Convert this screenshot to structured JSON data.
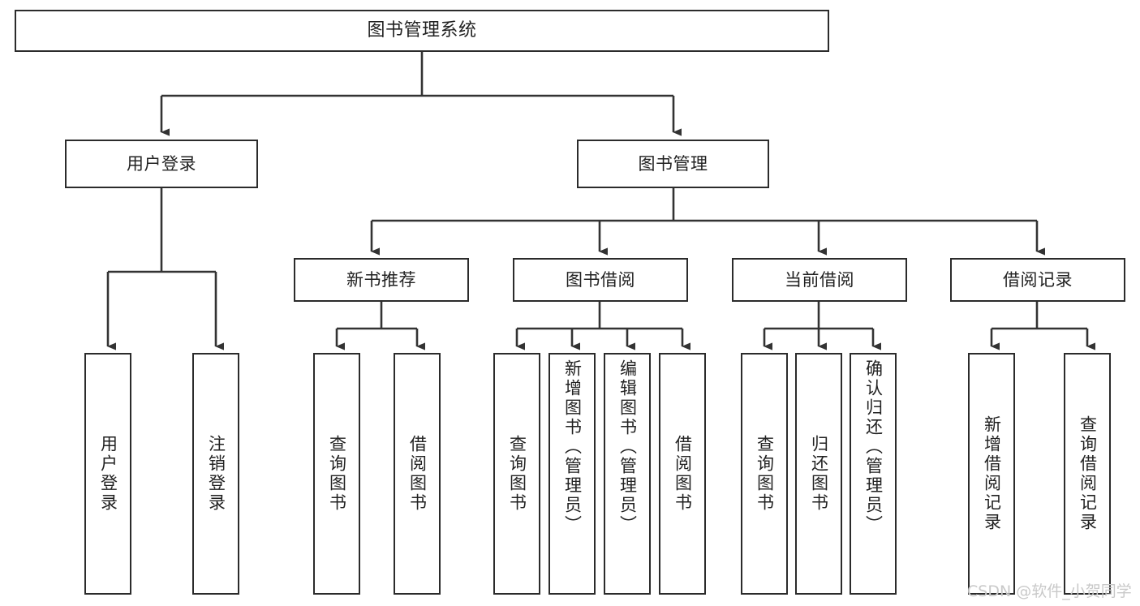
{
  "diagram": {
    "title": "图书管理系统",
    "type": "tree-hierarchy-chart",
    "watermark": "CSDN @软件_小贺同学",
    "colors": {
      "box_border": "#2b2b2b",
      "connector": "#333333",
      "text": "#222222",
      "background": "#ffffff",
      "watermark": "#c9c9c9"
    },
    "root": {
      "label": "图书管理系统",
      "level": 0
    },
    "level1": [
      {
        "label": "用户登录",
        "level": 1
      },
      {
        "label": "图书管理",
        "level": 1
      }
    ],
    "level2": [
      {
        "label": "新书推荐",
        "level": 2,
        "parent": "图书管理"
      },
      {
        "label": "图书借阅",
        "level": 2,
        "parent": "图书管理"
      },
      {
        "label": "当前借阅",
        "level": 2,
        "parent": "图书管理"
      },
      {
        "label": "借阅记录",
        "level": 2,
        "parent": "图书管理"
      }
    ],
    "leaves": [
      {
        "label": "用户登录",
        "parent": "用户登录",
        "group": "user-login"
      },
      {
        "label": "注销登录",
        "parent": "用户登录",
        "group": "user-login"
      },
      {
        "label": "查询图书",
        "parent": "新书推荐",
        "group": "new-book-recommend"
      },
      {
        "label": "借阅图书",
        "parent": "新书推荐",
        "group": "new-book-recommend"
      },
      {
        "label": "查询图书",
        "parent": "图书借阅",
        "group": "book-borrow"
      },
      {
        "label": "新增图书（管理员）",
        "parent": "图书借阅",
        "group": "book-borrow"
      },
      {
        "label": "编辑图书（管理员）",
        "parent": "图书借阅",
        "group": "book-borrow"
      },
      {
        "label": "借阅图书",
        "parent": "图书借阅",
        "group": "book-borrow"
      },
      {
        "label": "查询图书",
        "parent": "当前借阅",
        "group": "current-borrow"
      },
      {
        "label": "归还图书",
        "parent": "当前借阅",
        "group": "current-borrow"
      },
      {
        "label": "确认归还（管理员）",
        "parent": "当前借阅",
        "group": "current-borrow"
      },
      {
        "label": "新增借阅记录",
        "parent": "借阅记录",
        "group": "borrow-record"
      },
      {
        "label": "查询借阅记录",
        "parent": "借阅记录",
        "group": "borrow-record"
      }
    ]
  }
}
